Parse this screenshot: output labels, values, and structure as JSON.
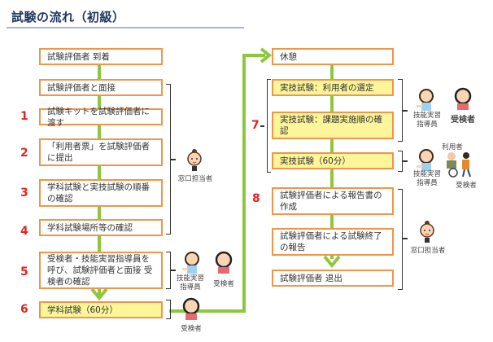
{
  "title": "試験の流れ（初級）",
  "colors": {
    "box_border": "#f0954a",
    "highlight_fill": "#fdf59a",
    "flow_line": "#8dc63f",
    "step_number": "#e8231f",
    "title": "#1f3864"
  },
  "left_column": {
    "steps": [
      {
        "text": "試験評価者 到着",
        "number": ""
      },
      {
        "text": "試験評価者と面接",
        "number": ""
      },
      {
        "text": "試験キットを試験評価者に渡す",
        "number": "1"
      },
      {
        "text": "「利用者票」を試験評価者に提出",
        "number": "2"
      },
      {
        "text": "学科試験と実技試験の順番の確認",
        "number": "3"
      },
      {
        "text": "学科試験場所等の確認",
        "number": "4"
      },
      {
        "text": "受検者・技能実習指導員を呼び、試験評価者と面接 受検者の確認",
        "number": "5"
      },
      {
        "text": "学科試験（60分）",
        "number": "6"
      }
    ]
  },
  "right_column": {
    "steps": [
      {
        "text": "休憩",
        "number": ""
      },
      {
        "text": "実技試験：利用者の選定",
        "number": ""
      },
      {
        "text": "実技試験：課題実施順の確認",
        "number": "7"
      },
      {
        "text": "実技試験（60分）",
        "number": ""
      },
      {
        "text": "試験評価者による報告書の作成",
        "number": "8"
      },
      {
        "text": "試験評価者による試験終了の報告",
        "number": ""
      },
      {
        "text": "試験評価者 退出",
        "number": ""
      }
    ]
  },
  "roles": {
    "reception": "窓口担当者",
    "instructor": "技能実習指導員",
    "candidate": "受検者",
    "user": "利用者"
  }
}
